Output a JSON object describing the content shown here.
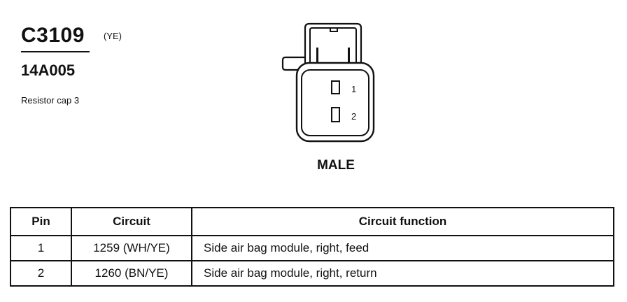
{
  "header": {
    "connector_id": "C3109",
    "wire_color": "(YE)",
    "part_number": "14A005",
    "description": "Resistor cap 3"
  },
  "connector": {
    "view": "MALE",
    "pin_labels": [
      "1",
      "2"
    ]
  },
  "table": {
    "columns": [
      "Pin",
      "Circuit",
      "Circuit function"
    ],
    "rows": [
      {
        "pin": "1",
        "circuit": "1259 (WH/YE)",
        "function": "Side air bag module, right, feed"
      },
      {
        "pin": "2",
        "circuit": "1260 (BN/YE)",
        "function": "Side air bag module, right, return"
      }
    ]
  }
}
